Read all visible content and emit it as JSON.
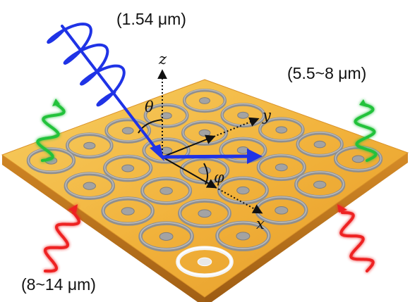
{
  "labels": {
    "laser": "(1.54 μm)",
    "mid_ir": "(5.5~8 μm)",
    "long_ir": "(8~14 μm)"
  },
  "axes": {
    "z": "z",
    "y": "y",
    "x": "x",
    "theta": "θ",
    "phi": "φ"
  },
  "colors": {
    "plate": "#f2b43a",
    "plate_edge": "#b9701a",
    "ring": "#8f8f8f",
    "laser": "#1f33e6",
    "mid_ir": "#23c23a",
    "long_ir": "#ee2222"
  }
}
